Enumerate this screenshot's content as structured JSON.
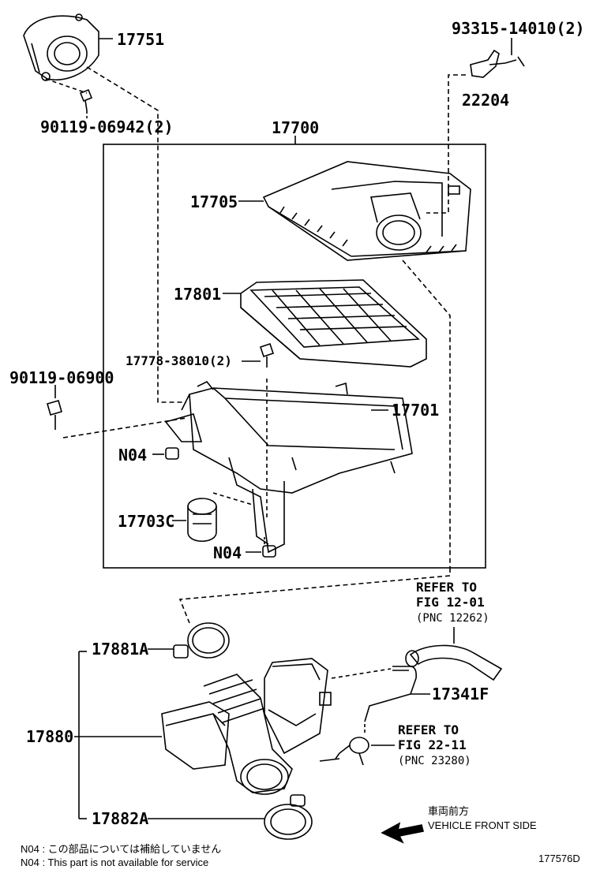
{
  "labels": {
    "p17751": "17751",
    "p90119_06942": "90119-06942(2)",
    "p93315": "93315-14010(2)",
    "p22204": "22204",
    "p17700": "17700",
    "p17705": "17705",
    "p17801": "17801",
    "p17778": "17778-38010(2)",
    "p90119_06900": "90119-06900",
    "p17701": "17701",
    "n04_a": "N04",
    "p17703c": "17703C",
    "n04_b": "N04",
    "p17881a": "17881A",
    "p17880": "17880",
    "p17882a": "17882A",
    "p17341f": "17341F"
  },
  "refs": {
    "ref1_line1": "REFER TO",
    "ref1_line2": "FIG 12-01",
    "ref1_line3": "(PNC 12262)",
    "ref2_line1": "REFER TO",
    "ref2_line2": "FIG 22-11",
    "ref2_line3": "(PNC 23280)"
  },
  "direction": {
    "jp": "車両前方",
    "en": "VEHICLE FRONT SIDE"
  },
  "notes": {
    "jp": "N04 : この部品については補給していません",
    "en": "N04 : This part is not available for service"
  },
  "figure_code": "177576D"
}
